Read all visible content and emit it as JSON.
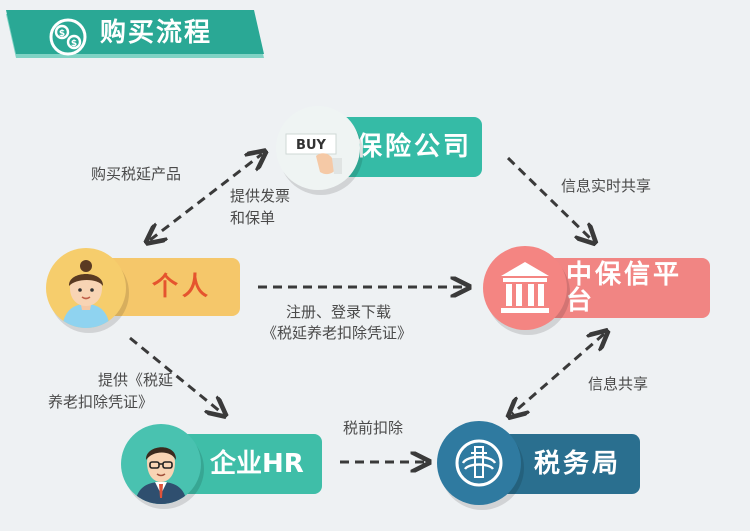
{
  "banner": {
    "title": "购买流程",
    "badge_icon": "coin-stack-icon"
  },
  "nodes": {
    "insurance_company": {
      "label": "保险公司",
      "icon": "buy-cart-icon",
      "icon_text": "BUY"
    },
    "individual": {
      "label": "个人",
      "icon": "woman-avatar-icon"
    },
    "platform": {
      "label": "中保信平台",
      "icon": "bank-building-icon"
    },
    "enterprise_hr": {
      "label": "企业HR",
      "icon": "man-with-glasses-avatar-icon"
    },
    "tax_bureau": {
      "label": "税务局",
      "icon": "tax-emblem-icon"
    }
  },
  "edges": {
    "buy_product": "购买税延产品",
    "provide_invoice_line1": "提供发票",
    "provide_invoice_line2": "和保单",
    "realtime_sharing": "信息实时共享",
    "register_line1": "注册、登录下载",
    "register_line2": "《税延养老扣除凭证》",
    "provide_cert_line1": "提供《税延",
    "provide_cert_line2": "养老扣除凭证》",
    "pretax_deduction": "税前扣除",
    "info_sharing": "信息共享"
  },
  "colors": {
    "background": "#eef1f3",
    "teal": "#35bba6",
    "yellow": "#f5c76a",
    "red_text": "#e5542e",
    "pink": "#f18583",
    "navy": "#2a6f8f",
    "arrow": "#3a3a3a"
  }
}
